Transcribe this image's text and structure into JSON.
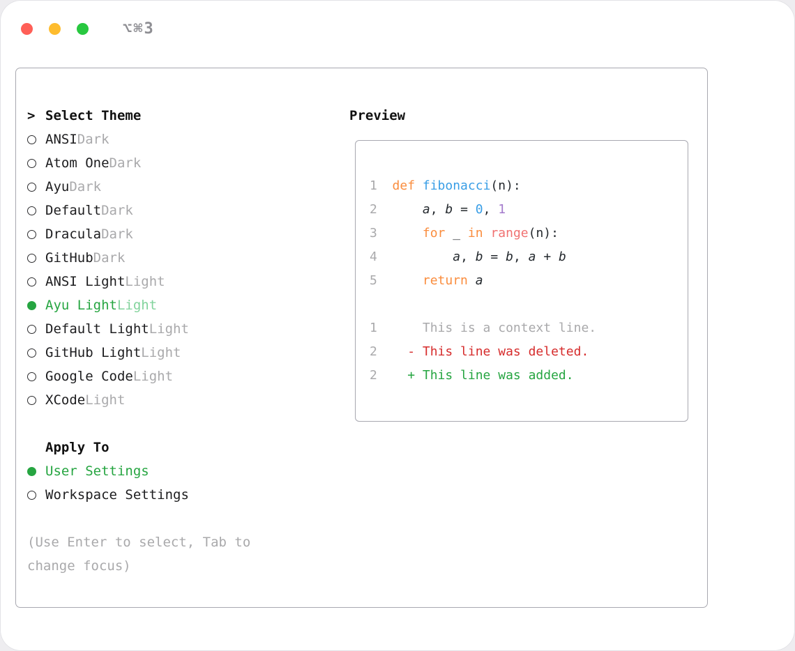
{
  "window": {
    "title": "⌥⌘3",
    "traffic_lights": [
      {
        "name": "close",
        "color": "#ff5f57"
      },
      {
        "name": "minimize",
        "color": "#febc2e"
      },
      {
        "name": "zoom",
        "color": "#28c840"
      }
    ]
  },
  "theme_selector": {
    "cursor": ">",
    "header": "Select Theme",
    "themes": [
      {
        "name": "ANSI",
        "variant": "Dark",
        "selected": false
      },
      {
        "name": "Atom One",
        "variant": "Dark",
        "selected": false
      },
      {
        "name": "Ayu",
        "variant": "Dark",
        "selected": false
      },
      {
        "name": "Default",
        "variant": "Dark",
        "selected": false
      },
      {
        "name": "Dracula",
        "variant": "Dark",
        "selected": false
      },
      {
        "name": "GitHub",
        "variant": "Dark",
        "selected": false
      },
      {
        "name": "ANSI Light",
        "variant": "Light",
        "selected": false
      },
      {
        "name": "Ayu Light",
        "variant": "Light",
        "selected": true
      },
      {
        "name": "Default Light",
        "variant": "Light",
        "selected": false
      },
      {
        "name": "GitHub Light",
        "variant": "Light",
        "selected": false
      },
      {
        "name": "Google Code",
        "variant": "Light",
        "selected": false
      },
      {
        "name": "XCode",
        "variant": "Light",
        "selected": false
      }
    ],
    "apply_to": {
      "header": "Apply To",
      "options": [
        {
          "label": "User Settings",
          "selected": true
        },
        {
          "label": "Workspace Settings",
          "selected": false
        }
      ]
    },
    "hint": "(Use Enter to select, Tab to change focus)"
  },
  "preview": {
    "header": "Preview",
    "code_lines": [
      {
        "num": "1",
        "tokens": [
          {
            "text": "def ",
            "color": "orange"
          },
          {
            "text": "fibonacci",
            "color": "blue"
          },
          {
            "text": "(n):",
            "color": "foreground"
          }
        ]
      },
      {
        "num": "2",
        "tokens": [
          {
            "text": "    ",
            "color": "foreground"
          },
          {
            "text": "a",
            "color": "foreground",
            "italic": true
          },
          {
            "text": ", ",
            "color": "foreground"
          },
          {
            "text": "b",
            "color": "foreground",
            "italic": true
          },
          {
            "text": " = ",
            "color": "foreground"
          },
          {
            "text": "0",
            "color": "blue"
          },
          {
            "text": ", ",
            "color": "foreground"
          },
          {
            "text": "1",
            "color": "purple"
          }
        ]
      },
      {
        "num": "3",
        "tokens": [
          {
            "text": "    ",
            "color": "foreground"
          },
          {
            "text": "for",
            "color": "orange"
          },
          {
            "text": " _ ",
            "color": "foreground"
          },
          {
            "text": "in",
            "color": "orange"
          },
          {
            "text": " ",
            "color": "foreground"
          },
          {
            "text": "range",
            "color": "coral"
          },
          {
            "text": "(n):",
            "color": "foreground"
          }
        ]
      },
      {
        "num": "4",
        "tokens": [
          {
            "text": "        ",
            "color": "foreground"
          },
          {
            "text": "a",
            "color": "foreground",
            "italic": true
          },
          {
            "text": ", ",
            "color": "foreground"
          },
          {
            "text": "b",
            "color": "foreground",
            "italic": true
          },
          {
            "text": " = ",
            "color": "foreground"
          },
          {
            "text": "b",
            "color": "foreground",
            "italic": true
          },
          {
            "text": ", ",
            "color": "foreground"
          },
          {
            "text": "a",
            "color": "foreground",
            "italic": true
          },
          {
            "text": " + ",
            "color": "foreground"
          },
          {
            "text": "b",
            "color": "foreground",
            "italic": true
          }
        ]
      },
      {
        "num": "5",
        "tokens": [
          {
            "text": "    ",
            "color": "foreground"
          },
          {
            "text": "return",
            "color": "orange"
          },
          {
            "text": " ",
            "color": "foreground"
          },
          {
            "text": "a",
            "color": "foreground",
            "italic": true
          }
        ]
      }
    ],
    "diff_lines": [
      {
        "num": "1",
        "text": "    This is a context line.",
        "color": "muted"
      },
      {
        "num": "2",
        "text": "  - This line was deleted.",
        "color": "red"
      },
      {
        "num": "2",
        "text": "  + This line was added.",
        "color": "green"
      }
    ]
  },
  "colors": {
    "foreground": "#24292e",
    "muted": "#a9a9ab",
    "green": "#26a541",
    "green_soft": "#82d39c",
    "orange": "#fa8d3e",
    "blue": "#399ee6",
    "purple": "#a37acc",
    "coral": "#f07171",
    "red": "#d62c2c",
    "border": "#a8a8b0"
  }
}
